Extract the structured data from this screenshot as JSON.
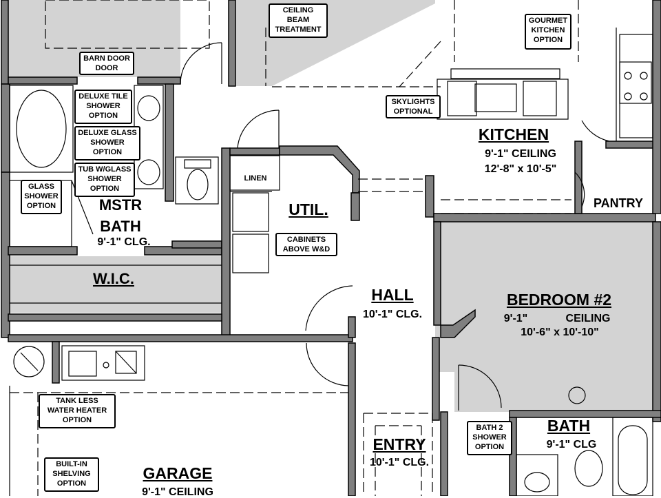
{
  "plan": {
    "colors": {
      "wall": "#808080",
      "shade": "#d3d3d3",
      "line": "#000000",
      "background": "#ffffff"
    },
    "rooms": {
      "kitchen": {
        "name": "KITCHEN",
        "ceiling": "9'-1\" CEILING",
        "size": "12'-8\" x 10'-5\""
      },
      "pantry": {
        "name": "PANTRY"
      },
      "mstr_bath": {
        "name_line1": "MSTR",
        "name_line2": "BATH",
        "ceiling": "9'-1\" CLG."
      },
      "util": {
        "name": "UTIL."
      },
      "linen": {
        "name": "LINEN"
      },
      "wic": {
        "name": "W.I.C."
      },
      "hall": {
        "name": "HALL",
        "ceiling": "10'-1\" CLG."
      },
      "bedroom2": {
        "name": "BEDROOM #2",
        "ceiling_left": "9'-1\"",
        "ceiling_right": "CEILING",
        "size": "10'-6\" x 10'-10\""
      },
      "bath": {
        "name": "BATH",
        "ceiling": "9'-1\"  CLG"
      },
      "entry": {
        "name": "ENTRY",
        "ceiling": "10'-1\" CLG."
      },
      "garage": {
        "name": "GARAGE",
        "ceiling": "9'-1\" CEILING"
      }
    },
    "options": {
      "ceiling_beam": "CEILING\nBEAM\nTREATMENT",
      "gourmet_kitchen": "GOURMET\nKITCHEN\nOPTION",
      "barn_door": "BARN DOOR\nDOOR",
      "skylights": "SKYLIGHTS\nOPTIONAL",
      "deluxe_tile": "DELUXE TILE\nSHOWER\nOPTION",
      "deluxe_glass": "DELUXE GLASS\nSHOWER\nOPTION",
      "tub_glass": "TUB W/GLASS\nSHOWER\nOPTION",
      "glass_shower": "GLASS\nSHOWER\nOPTION",
      "cabinets_wd": "CABINETS\nABOVE W&D",
      "bath2_shower": "BATH 2\nSHOWER\nOPTION",
      "tankless": "TANK LESS\nWATER HEATER\nOPTION",
      "shelving": "BUILT-IN\nSHELVING\nOPTION"
    }
  }
}
